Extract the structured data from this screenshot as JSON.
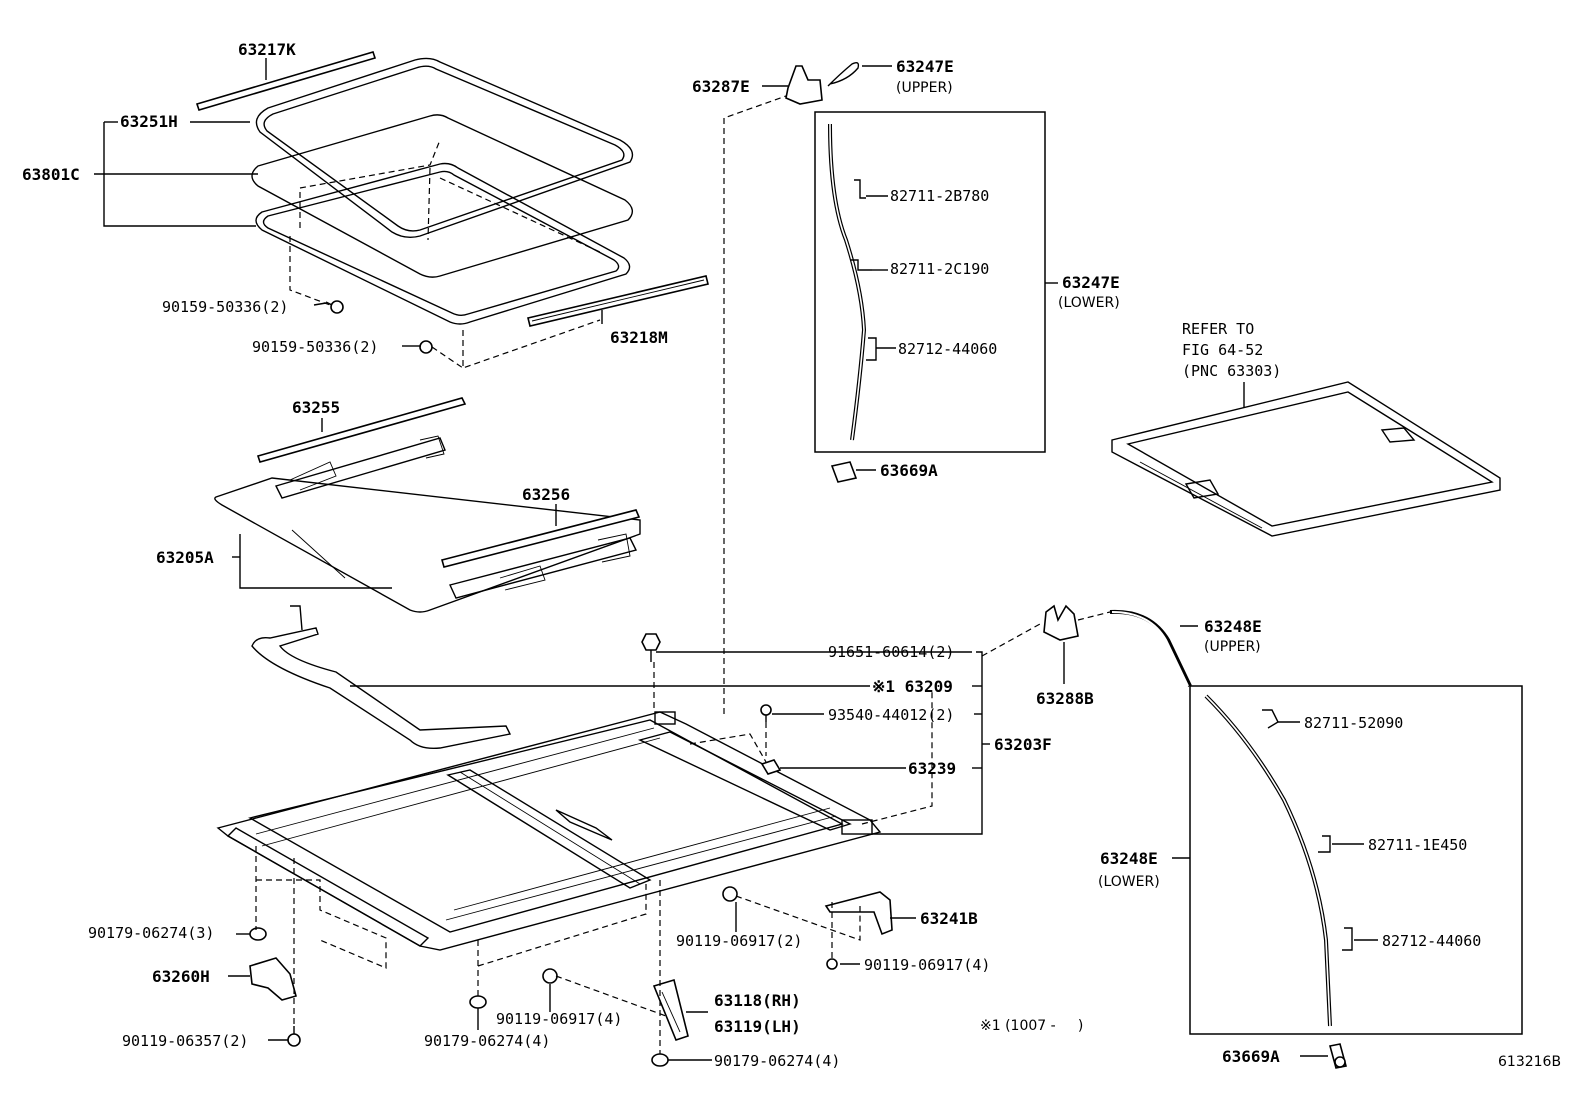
{
  "labels": {
    "p63217K": "63217K",
    "p63251H": "63251H",
    "p63801C": "63801C",
    "p90159_a": "90159-50336(2)",
    "p90159_b": "90159-50336(2)",
    "p63218M": "63218M",
    "p63255": "63255",
    "p63256": "63256",
    "p63205A": "63205A",
    "p63287E": "63287E",
    "p63247E_u": "63247E",
    "upper_1": "(UPPER)",
    "p82711_2B780": "82711-2B780",
    "p82711_2C190": "82711-2C190",
    "p82712_44060_a": "82712-44060",
    "p63247E_l": "63247E",
    "lower_1": "(LOWER)",
    "p63669A_a": "63669A",
    "refer_1": "REFER TO",
    "refer_2": "FIG 64-52",
    "refer_3": "(PNC 63303)",
    "p91651": "91651-60614(2)",
    "p63209": "※1 63209",
    "p93540": "93540-44012(2)",
    "p63203F": "63203F",
    "p63239": "63239",
    "p63288B": "63288B",
    "p63248E_u": "63248E",
    "upper_2": "(UPPER)",
    "p82711_52090": "82711-52090",
    "p82711_1E450": "82711-1E450",
    "p63248E_l": "63248E",
    "lower_2": "(LOWER)",
    "p82712_44060_b": "82712-44060",
    "p63669A_b": "63669A",
    "p63241B": "63241B",
    "p90119_06917_a": "90119-06917(2)",
    "p90119_06917_b": "90119-06917(4)",
    "p90119_06917_c": "90119-06917(4)",
    "p63118": "63118(RH)",
    "p63119": "63119(LH)",
    "p90179_a": "90179-06274(3)",
    "p90179_b": "90179-06274(4)",
    "p90179_c": "90179-06274(4)",
    "p63260H": "63260H",
    "p90119_06357": "90119-06357(2)",
    "note_1007": "※1 (1007 -     )",
    "fig_id": "613216B"
  }
}
